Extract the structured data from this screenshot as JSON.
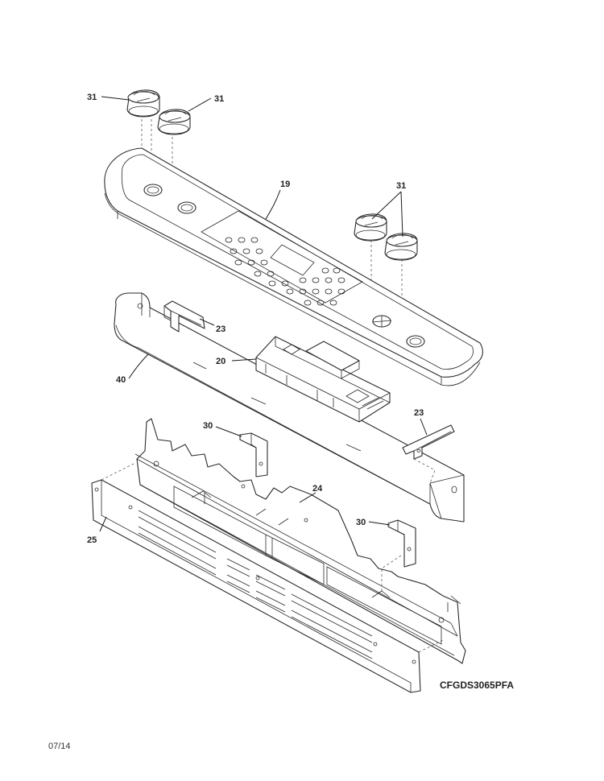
{
  "callouts": {
    "knob_left_1": "31",
    "knob_left_2": "31",
    "knob_right": "31",
    "console": "19",
    "bracket_left": "23",
    "control_board": "20",
    "end_cap": "40",
    "bracket_right": "23",
    "mount_bracket_left": "30",
    "frame": "24",
    "mount_bracket_right": "30",
    "vent_panel": "25"
  },
  "model_code": "CFGDS3065PFA",
  "date_code": "07/14",
  "colors": {
    "line": "#2a2a2a",
    "background": "#ffffff"
  }
}
